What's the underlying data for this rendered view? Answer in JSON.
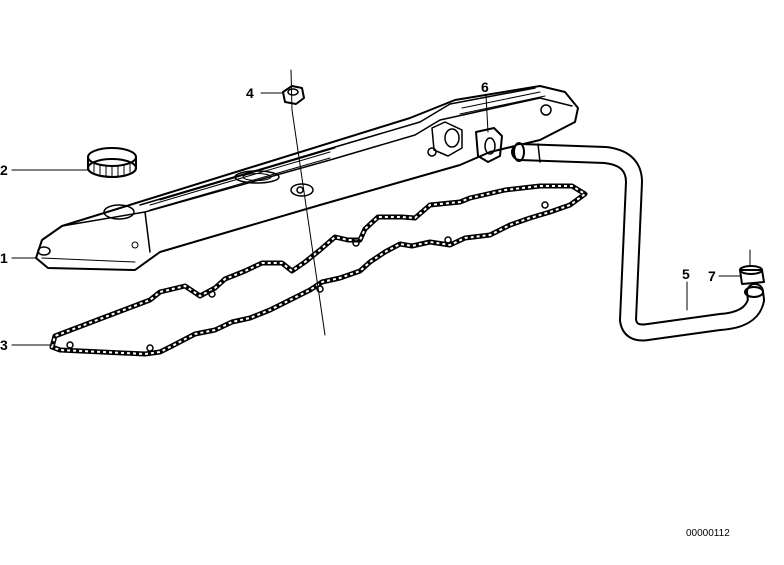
{
  "callouts": {
    "c1": "1",
    "c2": "2",
    "c3": "3",
    "c4": "4",
    "c5": "5",
    "c6": "6",
    "c7": "7"
  },
  "diagram_code": "00000112"
}
